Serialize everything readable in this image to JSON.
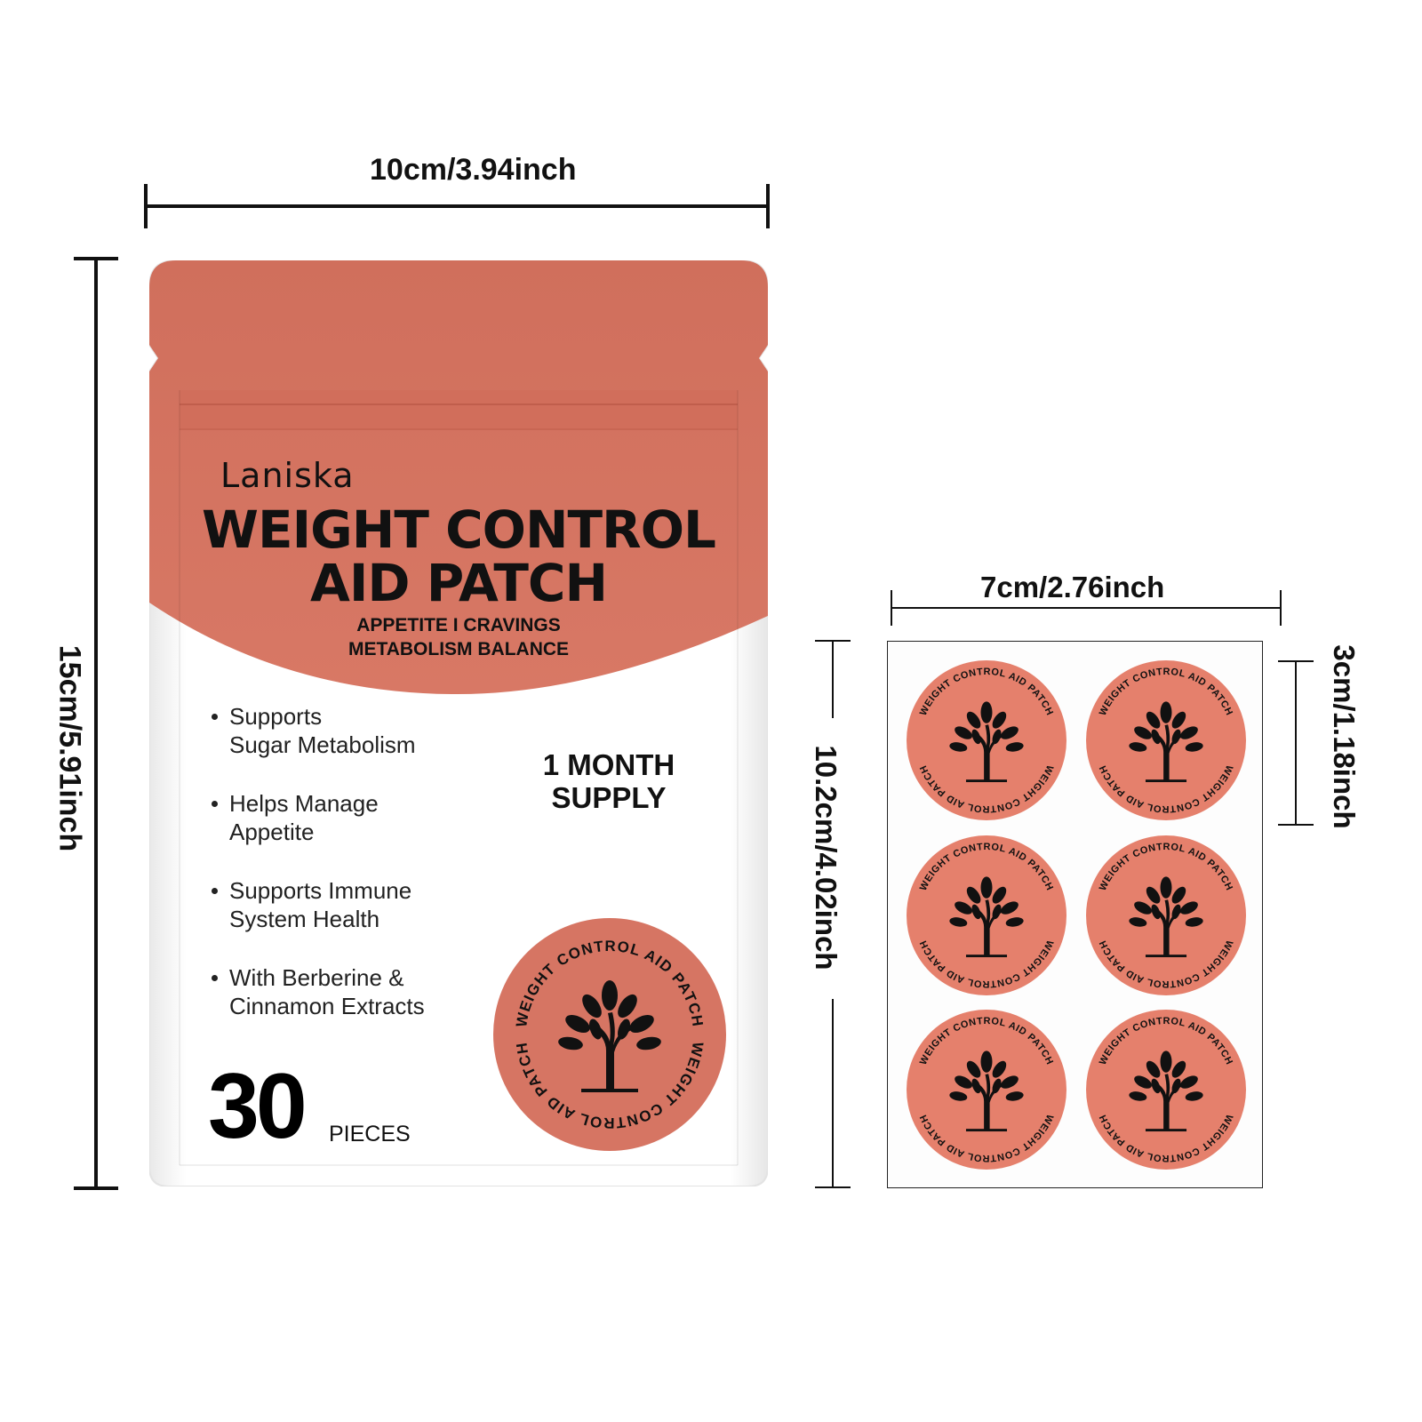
{
  "dimensions": {
    "pouch_width": "10cm/3.94inch",
    "pouch_height": "15cm/5.91inch",
    "sheet_width": "7cm/2.76inch",
    "sheet_height": "10.2cm/4.02inch",
    "patch_diameter": "3cm/1.18inch"
  },
  "pouch": {
    "brand": "Laniska",
    "title_line1": "WEIGHT CONTROL",
    "title_line2": "AID PATCH",
    "subtitle_line1": "APPETITE I CRAVINGS",
    "subtitle_line2": "METABOLISM BALANCE",
    "benefits": [
      {
        "line1": "Supports",
        "line2": "Sugar Metabolism"
      },
      {
        "line1": "Helps Manage",
        "line2": "Appetite"
      },
      {
        "line1": "Supports Immune",
        "line2": "System Health"
      },
      {
        "line1": "With Berberine &",
        "line2": "Cinnamon Extracts"
      }
    ],
    "supply_line1": "1 MONTH",
    "supply_line2": "SUPPLY",
    "count": "30",
    "count_unit": "PIECES",
    "seal_text": "WEIGHT CONTROL AID PATCH"
  },
  "sheet": {
    "patch_text": "WEIGHT CONTROL AID PATCH",
    "patch_count": 6
  },
  "colors": {
    "terracotta": "#d67563",
    "terracotta_dark": "#cd6a57",
    "patch": "#e5806c",
    "ink": "#111111"
  },
  "icons": {
    "tree": "tree-icon"
  }
}
